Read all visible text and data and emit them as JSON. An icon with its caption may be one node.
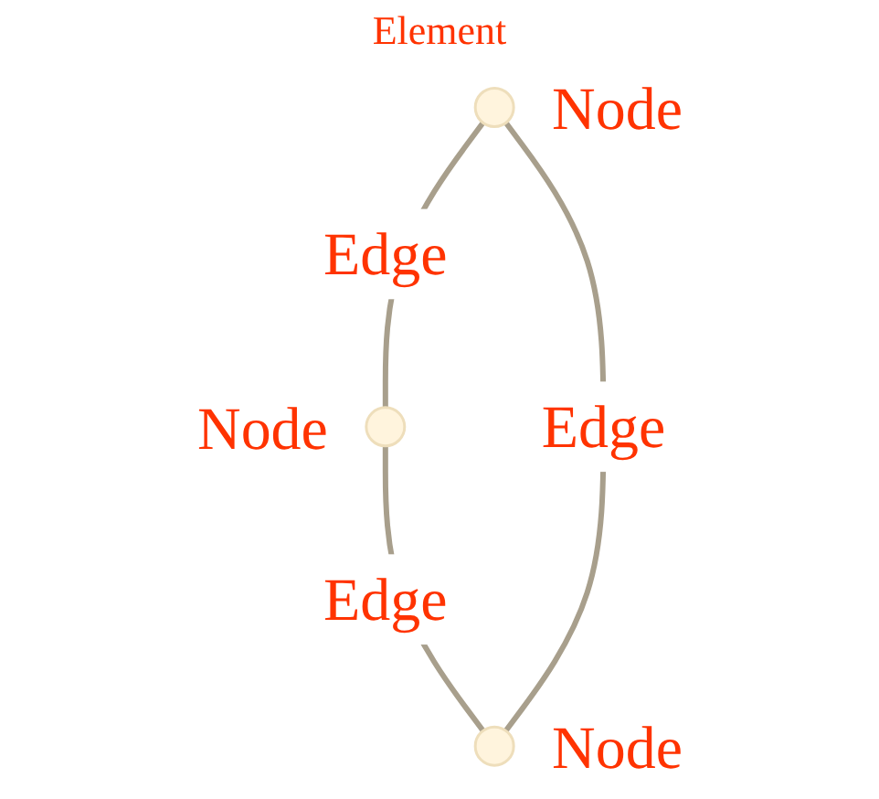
{
  "diagram": {
    "nodes": [
      {
        "text": [],
        "shape": "circle",
        "beside": [
          "Node"
        ]
      },
      {
        "text": [],
        "shape": "circle",
        "beside": [
          "Node"
        ]
      },
      {
        "text": [],
        "shape": "circle",
        "beside": [
          "Node"
        ]
      }
    ],
    "edges": [
      {
        "from": 0,
        "to": 1,
        "arrow": "none",
        "label": "Edge"
      },
      {
        "from": 1,
        "to": 2,
        "arrow": "none",
        "label": "Edge"
      },
      {
        "from": 0,
        "to": 2,
        "arrow": "none",
        "label": "Edge"
      }
    ],
    "labels": [
      "Element"
    ]
  }
}
